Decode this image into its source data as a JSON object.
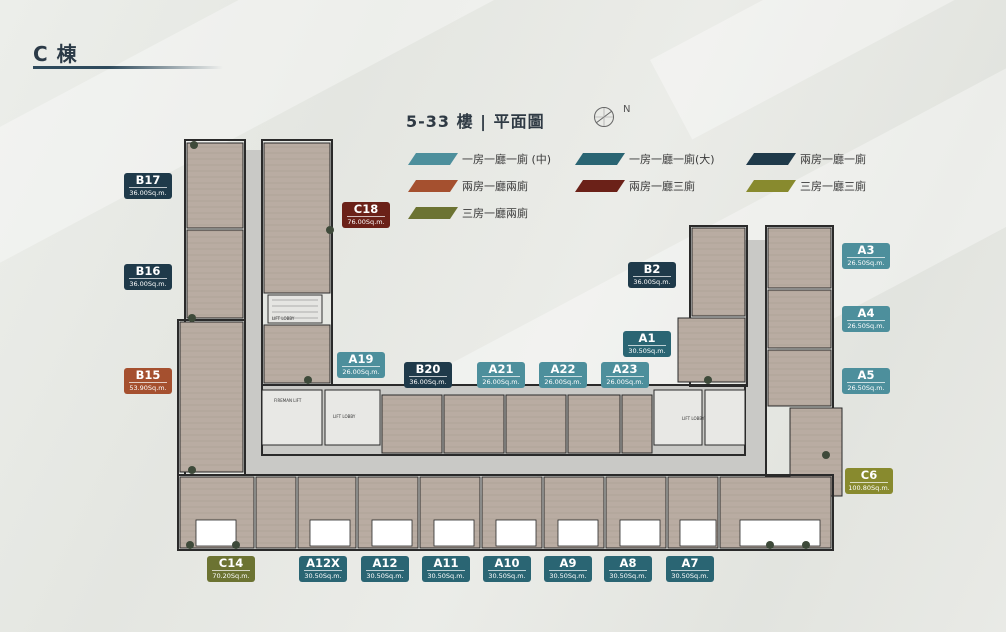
{
  "building_title": "C 棟",
  "floor_title": "5-33 樓 | 平面圖",
  "compass_label": "N",
  "legend": [
    {
      "label": "一房一廳一廁 (中)",
      "color": "#4d8f9c"
    },
    {
      "label": "一房一廳一廁(大)",
      "color": "#2a6573"
    },
    {
      "label": "兩房一廳一廁",
      "color": "#1f3a4a"
    },
    {
      "label": "兩房一廳兩廁",
      "color": "#a5502f"
    },
    {
      "label": "兩房一廳三廁",
      "color": "#6b2118"
    },
    {
      "label": "三房一廳三廁",
      "color": "#888a2e"
    },
    {
      "label": "三房一廳兩廁",
      "color": "#6c7332"
    }
  ],
  "units": [
    {
      "name": "B17",
      "area": "36.00Sq.m.",
      "color": "#1f3a4a"
    },
    {
      "name": "B16",
      "area": "36.00Sq.m.",
      "color": "#1f3a4a"
    },
    {
      "name": "B15",
      "area": "53.90Sq.m.",
      "color": "#a5502f"
    },
    {
      "name": "C18",
      "area": "76.00Sq.m.",
      "color": "#6b2118"
    },
    {
      "name": "A19",
      "area": "26.00Sq.m.",
      "color": "#4d8f9c"
    },
    {
      "name": "B20",
      "area": "36.00Sq.m.",
      "color": "#1f3a4a"
    },
    {
      "name": "A21",
      "area": "26.00Sq.m.",
      "color": "#4d8f9c"
    },
    {
      "name": "A22",
      "area": "26.00Sq.m.",
      "color": "#4d8f9c"
    },
    {
      "name": "A23",
      "area": "26.00Sq.m.",
      "color": "#4d8f9c"
    },
    {
      "name": "B2",
      "area": "36.00Sq.m.",
      "color": "#1f3a4a"
    },
    {
      "name": "A1",
      "area": "30.50Sq.m.",
      "color": "#2a6573"
    },
    {
      "name": "A3",
      "area": "26.50Sq.m.",
      "color": "#4d8f9c"
    },
    {
      "name": "A4",
      "area": "26.50Sq.m.",
      "color": "#4d8f9c"
    },
    {
      "name": "A5",
      "area": "26.50Sq.m.",
      "color": "#4d8f9c"
    },
    {
      "name": "C6",
      "area": "100.80Sq.m.",
      "color": "#888a2e"
    },
    {
      "name": "C14",
      "area": "70.20Sq.m.",
      "color": "#6c7332"
    },
    {
      "name": "A12X",
      "area": "30.50Sq.m.",
      "color": "#2a6573"
    },
    {
      "name": "A12",
      "area": "30.50Sq.m.",
      "color": "#2a6573"
    },
    {
      "name": "A11",
      "area": "30.50Sq.m.",
      "color": "#2a6573"
    },
    {
      "name": "A10",
      "area": "30.50Sq.m.",
      "color": "#2a6573"
    },
    {
      "name": "A9",
      "area": "30.50Sq.m.",
      "color": "#2a6573"
    },
    {
      "name": "A8",
      "area": "30.50Sq.m.",
      "color": "#2a6573"
    },
    {
      "name": "A7",
      "area": "30.50Sq.m.",
      "color": "#2a6573"
    }
  ],
  "lift_labels": [
    "FIREMAN LIFT",
    "LIFT LOBBY",
    "LIFT LOBBY",
    "LIFT LOBBY"
  ]
}
